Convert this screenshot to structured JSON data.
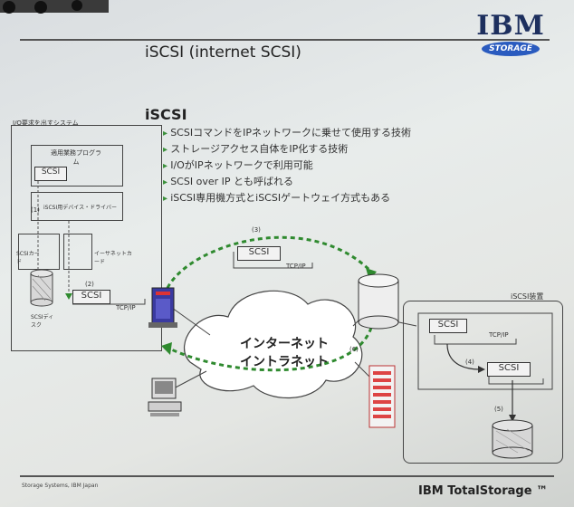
{
  "slide": {
    "title": "iSCSI  (internet SCSI)",
    "heading": "iSCSI",
    "bullets": [
      "SCSIコマンドをIPネットワークに乗せて使用する技術",
      "ストレージアクセス自体をIP化する技術",
      "I/OがIPネットワークで利用可能",
      "SCSI over IP とも呼ばれる",
      "iSCSI専用機方式とiSCSIゲートウェイ方式もある"
    ],
    "logo": {
      "brand": "IBM",
      "badge": "STORAGE"
    },
    "footer_left": "Storage Systems, IBM Japan",
    "footer_right": "IBM TotalStorage ™"
  },
  "diagram": {
    "left_system": {
      "title": "I/O要求を出すシステム",
      "app_label": "適用業務プログラム",
      "scsi": "SCSI",
      "driver": "iSCSI用デバイス・ドライバー",
      "scsi_card": "SCSIカード",
      "ether_card": "イーサネットカード",
      "disk_label": "SCSIディスク",
      "step1": "(1)",
      "step2": "(2)"
    },
    "packet_left": {
      "scsi": "SCSI",
      "tcpip": "TCP/IP"
    },
    "packet_top": {
      "scsi": "SCSI",
      "tcpip": "TCP/IP",
      "step": "(3)"
    },
    "cloud": {
      "line1": "インターネット",
      "line2": "イントラネット",
      "step": "(6)"
    },
    "iscsi_device": {
      "title": "iSCSI装置",
      "scsi_top": "SCSI",
      "tcpip": "TCP/IP",
      "step4": "(4)",
      "scsi_inner": "SCSI",
      "step5": "(5)"
    }
  },
  "colors": {
    "accent_green": "#3a8f3a",
    "dash_green": "#2f8a2f",
    "ibm_blue": "#2a5bbf"
  }
}
